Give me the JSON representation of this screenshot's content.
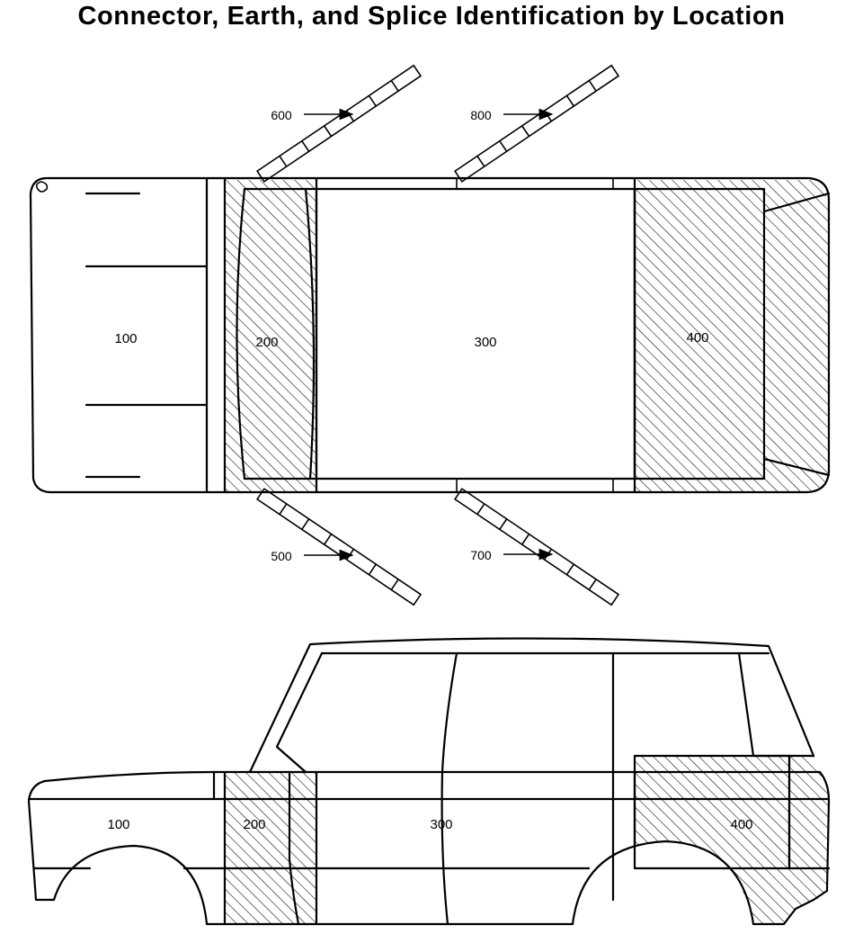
{
  "title": "Connector, Earth, and Splice Identification by Location",
  "plan_view": {
    "zones": [
      "100",
      "200",
      "300",
      "400"
    ],
    "doors": [
      "600",
      "800",
      "500",
      "700"
    ]
  },
  "side_view": {
    "zones": [
      "100",
      "200",
      "300",
      "400"
    ]
  },
  "colors": {
    "line": "#000000",
    "background": "#ffffff"
  }
}
